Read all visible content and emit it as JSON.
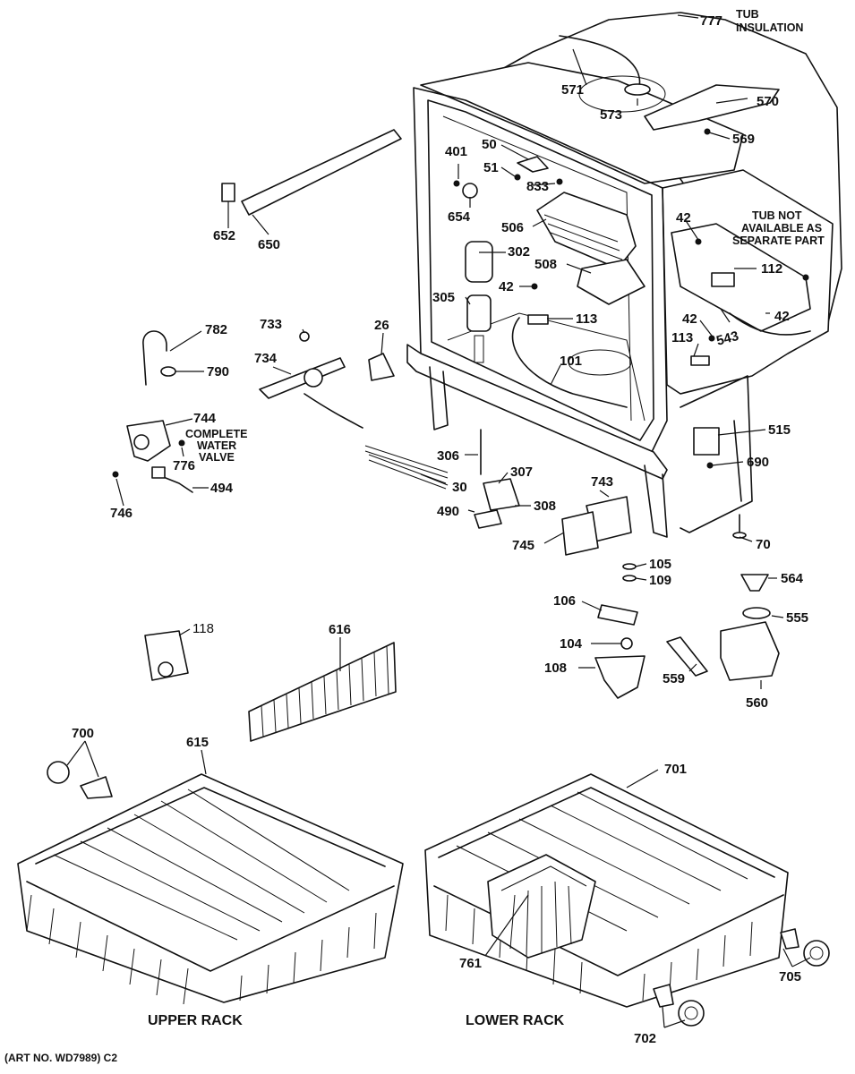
{
  "labels": {
    "p777": "777",
    "p777_text_1": "TUB",
    "p777_text_2": "INSULATION",
    "p571": "571",
    "p573": "573",
    "p570": "570",
    "p569": "569",
    "p50": "50",
    "p401": "401",
    "p51": "51",
    "p833": "833",
    "p654": "654",
    "p506": "506",
    "p302": "302",
    "p508": "508",
    "p42a": "42",
    "p305": "305",
    "p113a": "113",
    "p101": "101",
    "p42b": "42",
    "p112": "112",
    "p42c": "42",
    "p42d": "42",
    "p543": "543",
    "p113b": "113",
    "p515": "515",
    "p690": "690",
    "p652": "652",
    "p650": "650",
    "p782": "782",
    "p790": "790",
    "p733": "733",
    "p26": "26",
    "p734": "734",
    "p744": "744",
    "p776": "776",
    "p494": "494",
    "p746": "746",
    "p306": "306",
    "p30": "30",
    "p307": "307",
    "p490": "490",
    "p308": "308",
    "p743": "743",
    "p745": "745",
    "p70": "70",
    "p105": "105",
    "p109": "109",
    "p564": "564",
    "p106": "106",
    "p555": "555",
    "p104": "104",
    "p108": "108",
    "p559": "559",
    "p560": "560",
    "p118": "118",
    "p616": "616",
    "p700": "700",
    "p615": "615",
    "p701": "701",
    "p761": "761",
    "p705": "705",
    "p702": "702"
  },
  "notes": {
    "complete_water_valve": [
      "COMPLETE",
      "WATER",
      "VALVE"
    ],
    "tub_not_available": [
      "TUB NOT",
      "AVAILABLE AS",
      "SEPARATE PART"
    ]
  },
  "captions": {
    "upper_rack": "UPPER RACK",
    "lower_rack": "LOWER RACK",
    "art_no": "(ART NO. WD7989) C2"
  }
}
